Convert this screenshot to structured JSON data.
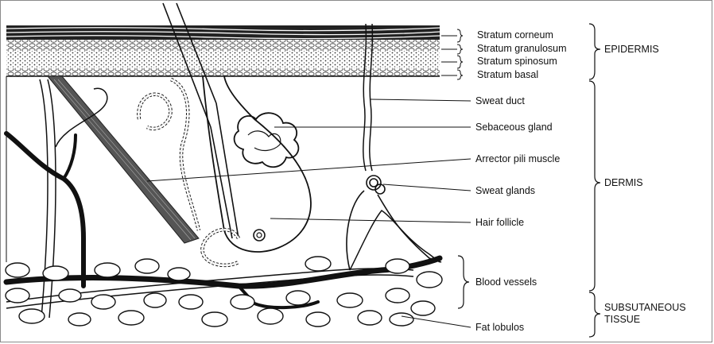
{
  "labels": {
    "stratum_corneum": "Stratum corneum",
    "stratum_granulosum": "Stratum granulosum",
    "stratum_spinosum": "Stratum spinosum",
    "stratum_basal": "Stratum basal",
    "sweat_duct": "Sweat duct",
    "sebaceous_gland": "Sebaceous gland",
    "arrector_pili_muscle": "Arrector pili muscle",
    "sweat_glands": "Sweat glands",
    "hair_follicle": "Hair follicle",
    "blood_vessels": "Blood vessels",
    "fat_lobulos": "Fat lobulos"
  },
  "regions": {
    "epidermis": "EPIDERMIS",
    "dermis": "DERMIS",
    "subcutaneous_line1": "SUBSUTANEOUS",
    "subcutaneous_line2": "TISSUE"
  }
}
